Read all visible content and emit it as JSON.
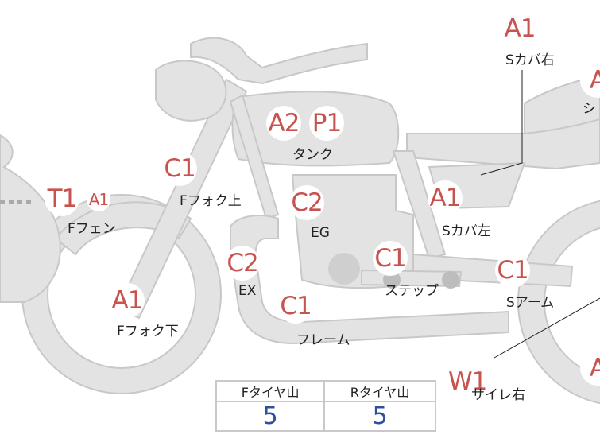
{
  "colors": {
    "body_fill": "#e3e3e3",
    "body_stroke": "#c8c8c8",
    "code_text": "#c8524e",
    "label_text": "#222222",
    "value_text": "#2f4f9f"
  },
  "parts": [
    {
      "id": "s-cover-right",
      "codes": [
        "A1"
      ],
      "label": "Sカバ右"
    },
    {
      "id": "seat",
      "codes": [
        "A"
      ],
      "label": "シ"
    },
    {
      "id": "tank",
      "codes": [
        "A2",
        "P1"
      ],
      "label": "タンク"
    },
    {
      "id": "f-fork-upper",
      "codes": [
        "C1"
      ],
      "label": "Fフォク上"
    },
    {
      "id": "f-fender",
      "codes": [
        "T1",
        "A1"
      ],
      "label": "Fフェン"
    },
    {
      "id": "engine",
      "codes": [
        "C2"
      ],
      "label": "EG"
    },
    {
      "id": "s-cover-left",
      "codes": [
        "A1"
      ],
      "label": "Sカバ左"
    },
    {
      "id": "exhaust",
      "codes": [
        "C2"
      ],
      "label": "EX"
    },
    {
      "id": "step",
      "codes": [
        "C1"
      ],
      "label": "ステップ"
    },
    {
      "id": "s-arm",
      "codes": [
        "C1"
      ],
      "label": "Sアーム"
    },
    {
      "id": "f-fork-lower",
      "codes": [
        "A1"
      ],
      "label": "Fフォク下"
    },
    {
      "id": "frame",
      "codes": [
        "C1"
      ],
      "label": "フレーム"
    },
    {
      "id": "silencer-right",
      "codes": [
        "W1"
      ],
      "label": "サイレ右"
    },
    {
      "id": "rear-edge",
      "codes": [
        "A"
      ],
      "label": ""
    }
  ],
  "tire_table": {
    "headers": [
      "Fタイヤ山",
      "Rタイヤ山"
    ],
    "values": [
      "5",
      "5"
    ]
  }
}
